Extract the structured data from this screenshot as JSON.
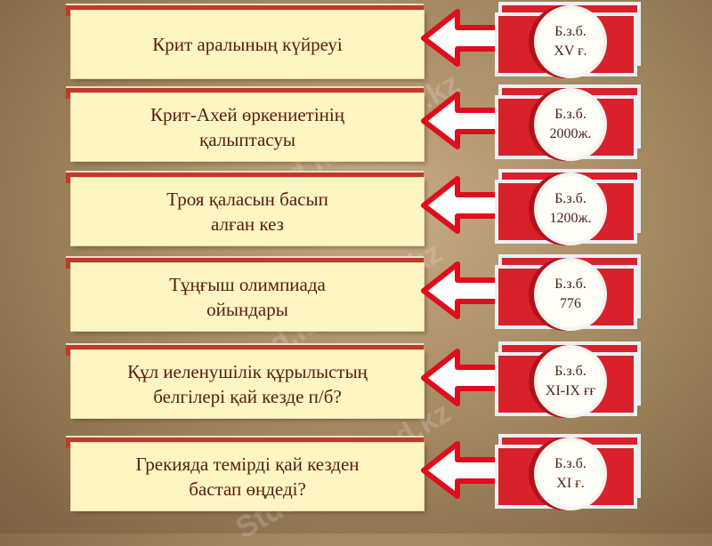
{
  "items": [
    {
      "event": "Крит аралының күйреуі",
      "date": "Б.з.б.\nXV ғ."
    },
    {
      "event": "Крит-Ахей өркениетінің\nқалыптасуы",
      "date": "Б.з.б.\n2000ж."
    },
    {
      "event": "Троя қаласын басып\nалған кез",
      "date": "Б.з.б.\n1200ж."
    },
    {
      "event": "Тұңғыш олимпиада\nойындары",
      "date": "Б.з.б.\n776"
    },
    {
      "event": "Құл иеленушілік құрылыстың\nбелгілері қай кезде п/б?",
      "date": "Б.з.б.\nXI-IX ғғ"
    },
    {
      "event": "Грекияда темірді қай кезден\nбастап өңдеді?",
      "date": "Б.з.б.\nXI ғ."
    }
  ],
  "watermark": "Stud.kz - Stud.kz"
}
